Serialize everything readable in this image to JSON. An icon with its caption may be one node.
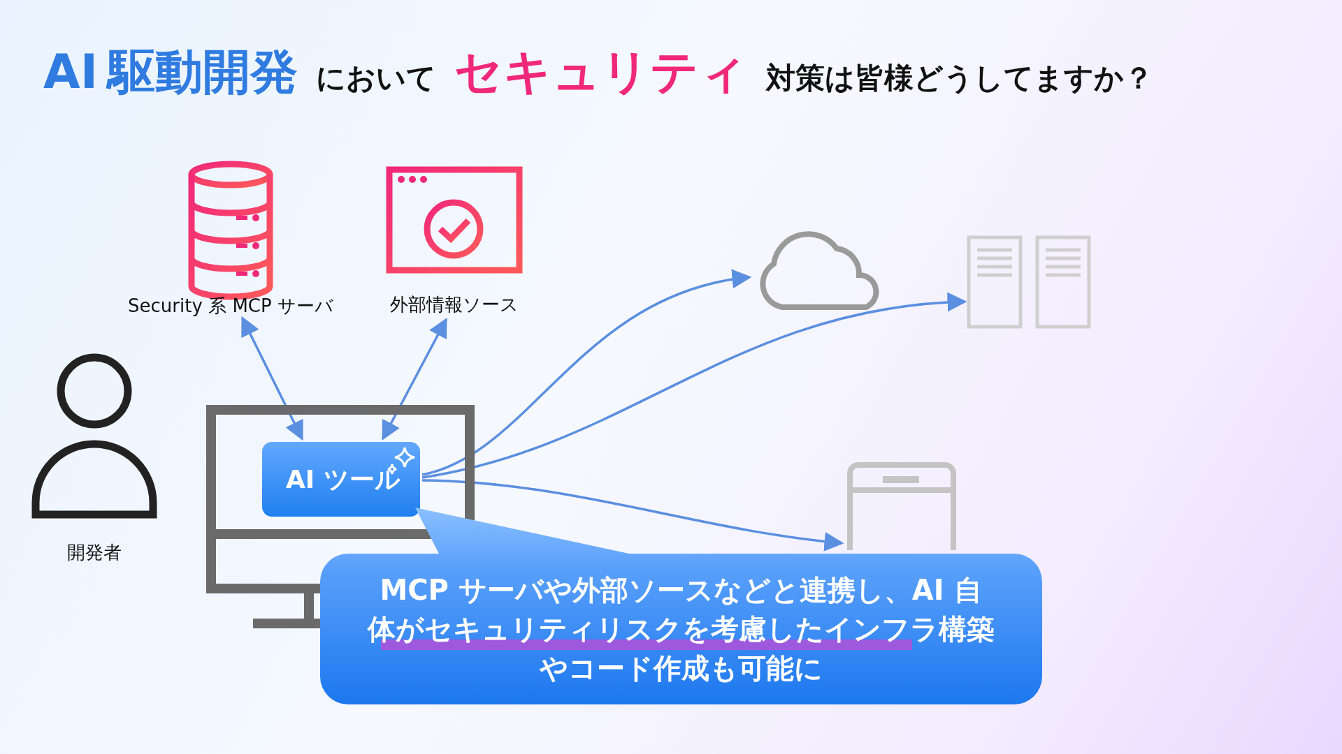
{
  "diagram": {
    "title": "AI 駆動開発 において セキュリティ 対策は皆様どうしてますか？",
    "nodes": [
      {
        "text": [
          "Security 系 MCP サーバ"
        ]
      },
      {
        "text": [
          "外部情報ソース"
        ]
      },
      {
        "text": [
          "開発者"
        ]
      },
      {
        "text": [],
        "shape": "monitor"
      },
      {
        "text": [
          "AI ツール"
        ],
        "in": 3
      },
      {
        "text": [],
        "shape": "cloud"
      },
      {
        "text": [],
        "shape": "server"
      },
      {
        "text": [],
        "shape": "phone"
      },
      {
        "text": [
          "MCP サーバや外部ソースなどと連携し、AI 自体がセキュリティリスクを考慮したインフラ構築やコード作成も可能に"
        ]
      }
    ],
    "edges": [
      {
        "from": 4,
        "to": 0,
        "arrow": "both"
      },
      {
        "from": 4,
        "to": 1,
        "arrow": "both"
      },
      {
        "from": 4,
        "to": 5,
        "arrow": "to"
      },
      {
        "from": 4,
        "to": 6,
        "arrow": "to"
      },
      {
        "from": 4,
        "to": 7,
        "arrow": "to"
      }
    ]
  }
}
